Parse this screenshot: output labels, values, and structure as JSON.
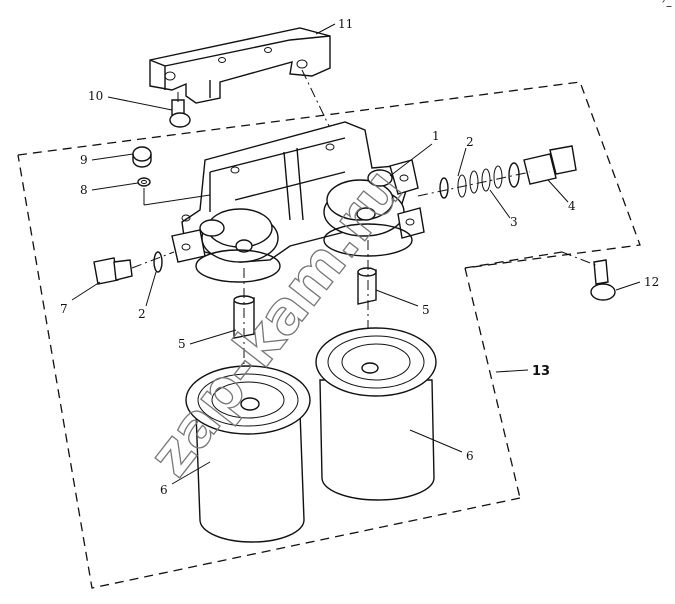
{
  "watermark": "zap-kam.ru",
  "corner_mark": "´–",
  "callouts": [
    {
      "id": "c1",
      "text": "1"
    },
    {
      "id": "c2a",
      "text": "2"
    },
    {
      "id": "c2b",
      "text": "2"
    },
    {
      "id": "c3",
      "text": "3"
    },
    {
      "id": "c4",
      "text": "4"
    },
    {
      "id": "c5a",
      "text": "5"
    },
    {
      "id": "c5b",
      "text": "5"
    },
    {
      "id": "c6a",
      "text": "6"
    },
    {
      "id": "c6b",
      "text": "6"
    },
    {
      "id": "c7",
      "text": "7"
    },
    {
      "id": "c8",
      "text": "8"
    },
    {
      "id": "c9",
      "text": "9"
    },
    {
      "id": "c10",
      "text": "10"
    },
    {
      "id": "c11",
      "text": "11"
    },
    {
      "id": "c12",
      "text": "12"
    },
    {
      "id": "c13",
      "text": "13"
    }
  ]
}
